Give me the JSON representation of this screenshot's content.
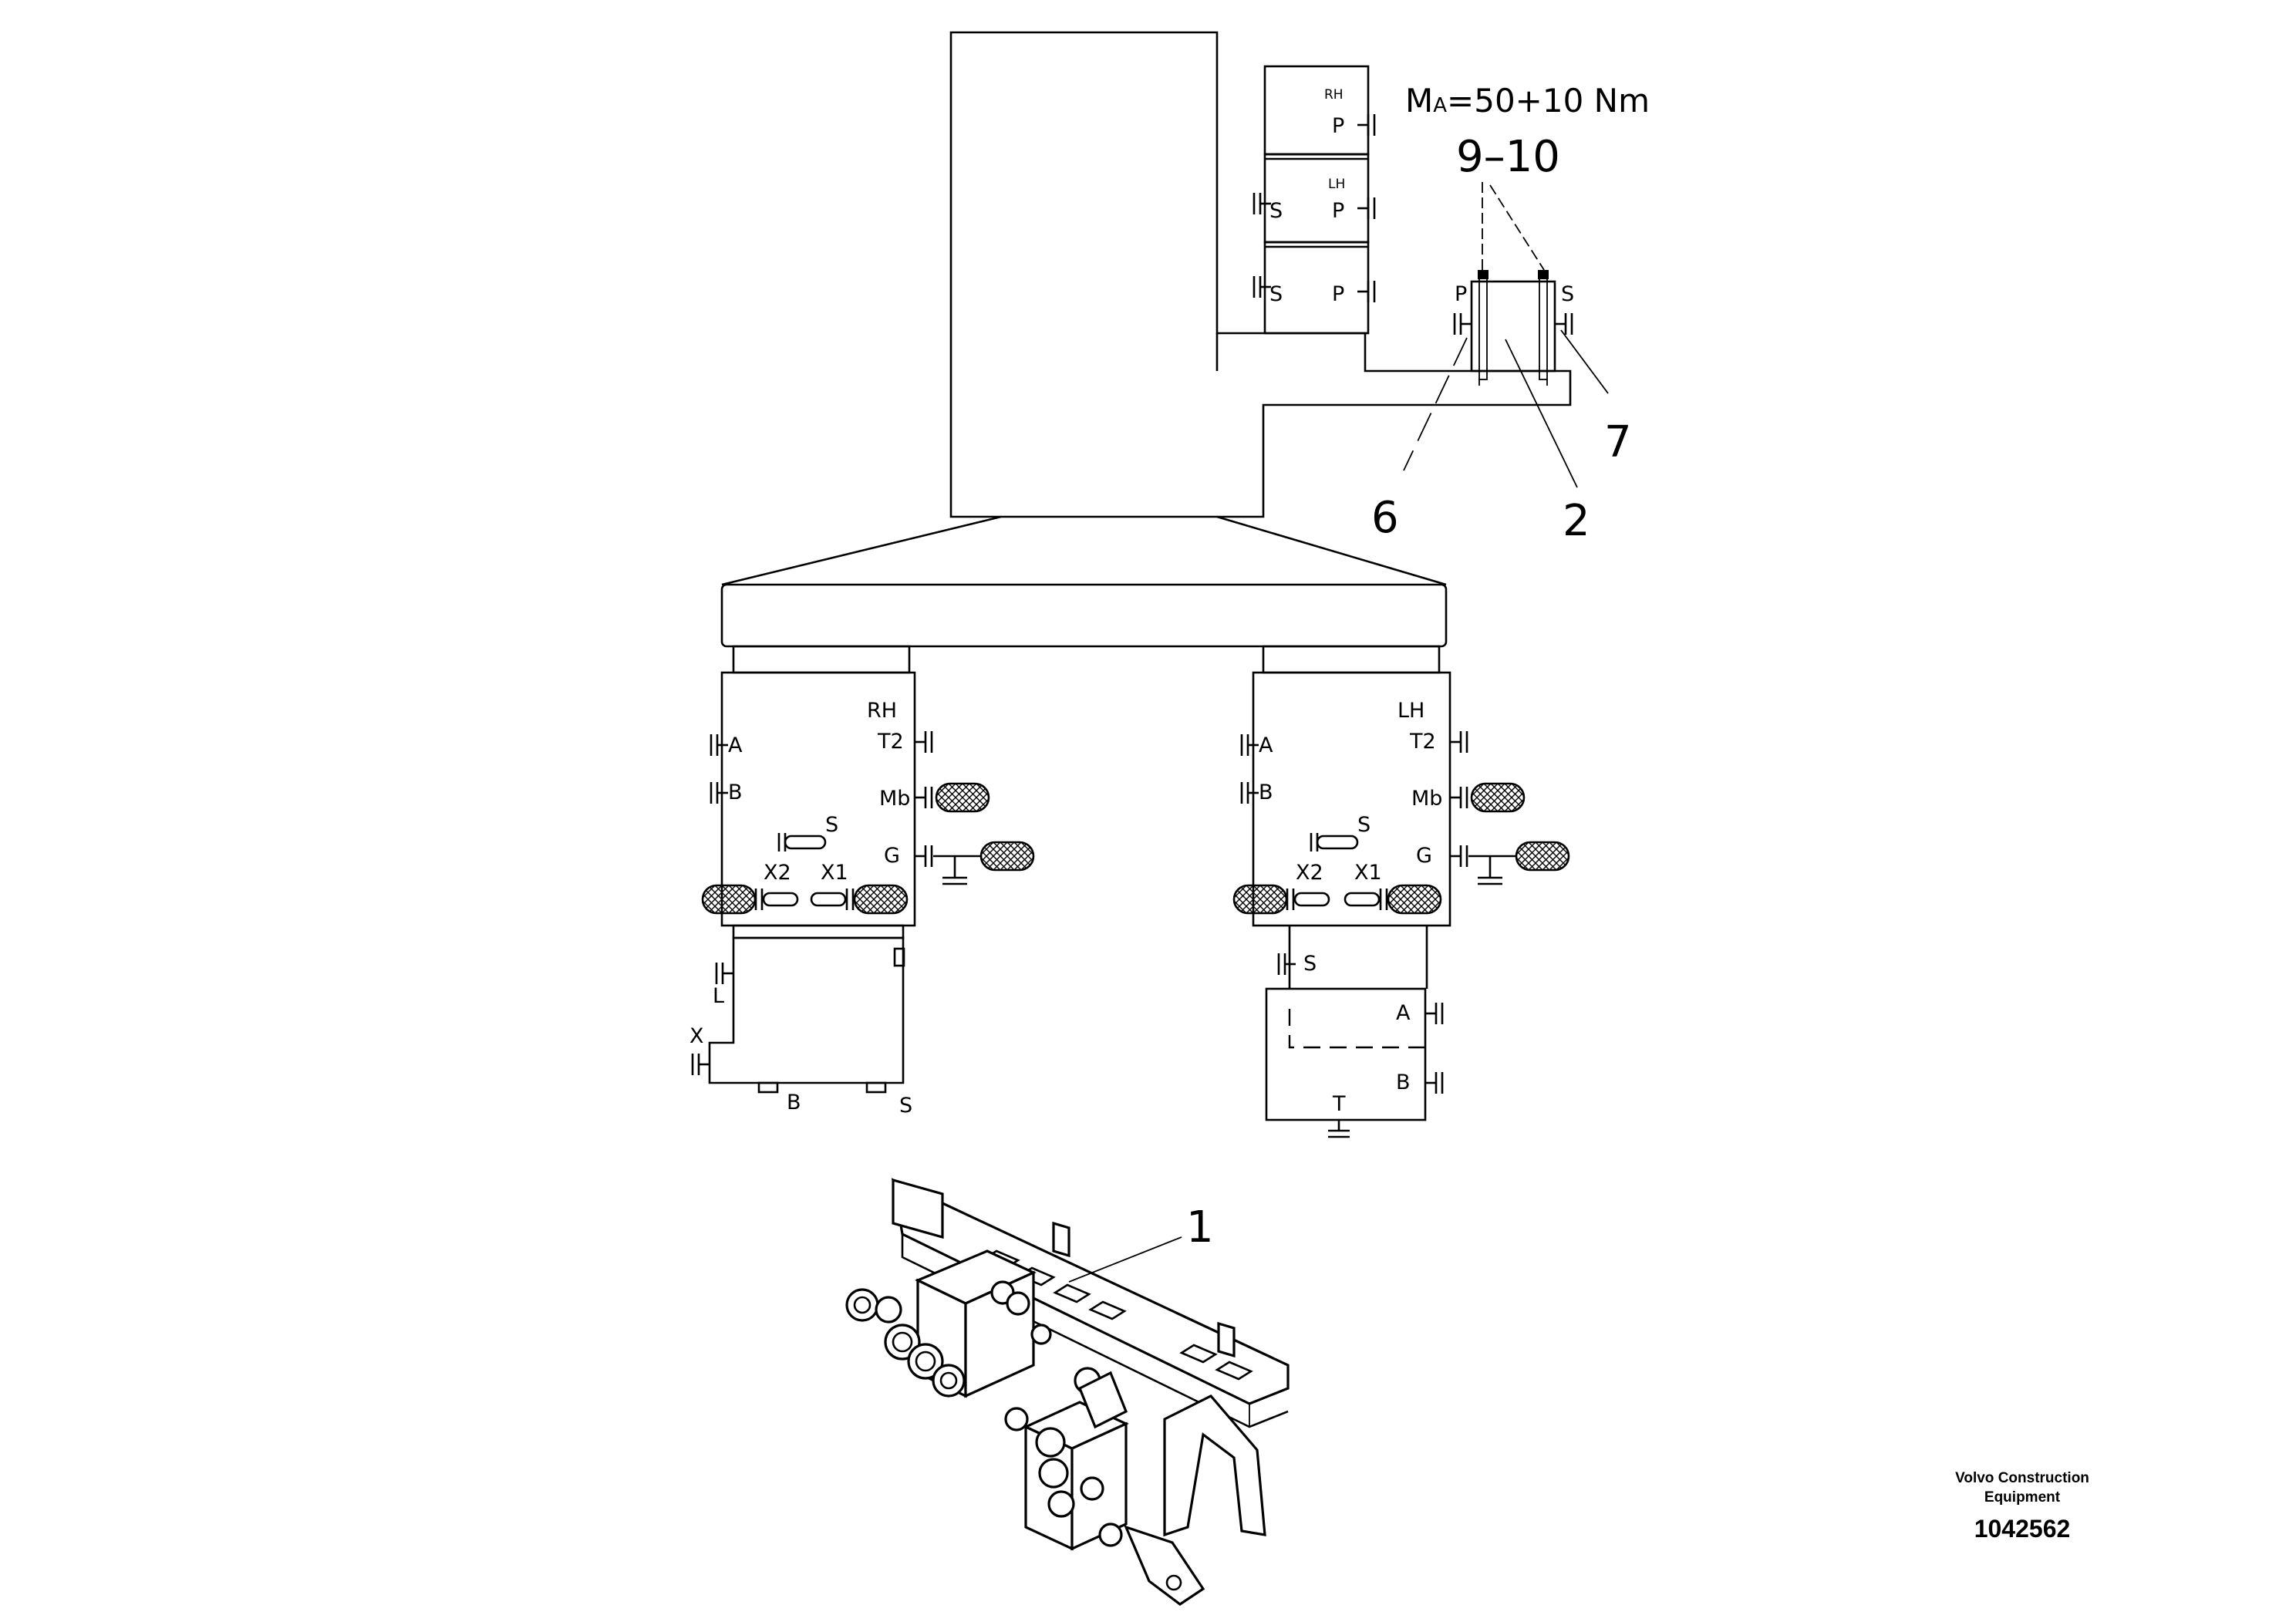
{
  "torque": {
    "prefix": "M",
    "subscript": "A",
    "value": "=50+10 Nm"
  },
  "callouts": {
    "c910": "9–10",
    "c7": "7",
    "c6": "6",
    "c2": "2",
    "c1": "1"
  },
  "upper_stack": {
    "rh": "RH",
    "lh": "LH",
    "p": "P",
    "s": "S"
  },
  "small_block": {
    "p": "P",
    "s": "S"
  },
  "rh_valve": {
    "side": "RH",
    "a": "A",
    "b": "B",
    "t2": "T2",
    "mb": "Mb",
    "s": "S",
    "g": "G",
    "x2": "X2",
    "x1": "X1"
  },
  "lh_valve": {
    "side": "LH",
    "a": "A",
    "b": "B",
    "t2": "T2",
    "mb": "Mb",
    "s": "S",
    "g": "G",
    "x2": "X2",
    "x1": "X1"
  },
  "rh_lower": {
    "l": "L",
    "x": "X",
    "b": "B",
    "s": "S"
  },
  "lh_lower": {
    "s": "S",
    "a": "A",
    "b": "B",
    "t": "T"
  },
  "footer": {
    "company_line1": "Volvo Construction",
    "company_line2": "Equipment",
    "doc_number": "1042562"
  }
}
